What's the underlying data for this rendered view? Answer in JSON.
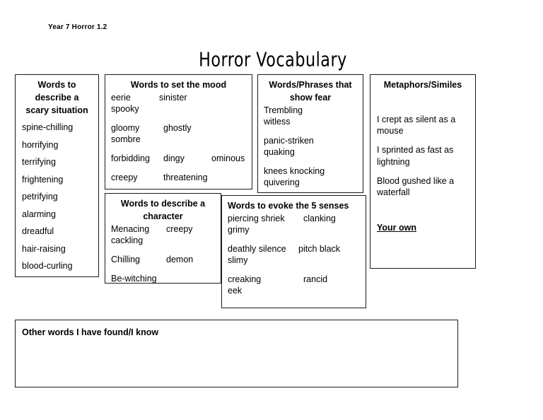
{
  "header": {
    "label": "Year 7 Horror 1.2"
  },
  "title": "Horror Vocabulary",
  "panels": {
    "scary_situation": {
      "title_lines": [
        "Words to",
        "describe a",
        "scary situation"
      ],
      "words": [
        "spine-chilling",
        "horrifying",
        "terrifying",
        "frightening",
        "petrifying",
        "alarming",
        "dreadful",
        "hair-raising",
        "blood-curling"
      ]
    },
    "mood": {
      "title": "Words to set the mood",
      "groups": [
        {
          "row1": [
            "eerie",
            "sinister"
          ],
          "row2": [
            "spooky"
          ]
        },
        {
          "row1": [
            "gloomy",
            "ghostly"
          ],
          "row2": [
            "sombre"
          ]
        },
        {
          "row1": [
            "forbidding",
            "dingy",
            "ominous"
          ],
          "row2": []
        },
        {
          "row1": [
            "creepy",
            "threatening"
          ],
          "row2": []
        }
      ]
    },
    "show_fear": {
      "title_lines": [
        "Words/Phrases that",
        "show fear"
      ],
      "groups": [
        {
          "row1": [
            "Trembling"
          ],
          "row2": [
            "witless"
          ]
        },
        {
          "row1": [
            "panic-striken"
          ],
          "row2": [
            "quaking"
          ]
        },
        {
          "row1": [
            "knees knocking"
          ],
          "row2": [
            "quivering"
          ]
        }
      ]
    },
    "metaphors_similes": {
      "title": "Metaphors/Similes",
      "items": [
        "I crept as silent as a mouse",
        "I sprinted as fast as lightning",
        "Blood gushed like a waterfall"
      ],
      "your_own_label": "Your own"
    },
    "character": {
      "title_lines": [
        "Words to describe a",
        "character"
      ],
      "groups": [
        {
          "row1": [
            "Menacing",
            "creepy"
          ],
          "row2": [
            "cackling"
          ]
        },
        {
          "row1": [
            "Chilling",
            "demon"
          ],
          "row2": []
        },
        {
          "row1": [
            "Be-witching"
          ],
          "row2": []
        }
      ]
    },
    "five_senses": {
      "title": "Words to evoke the 5 senses",
      "groups": [
        {
          "row1": [
            "piercing shriek",
            "clanking"
          ],
          "row2": [
            "grimy"
          ]
        },
        {
          "row1": [
            "deathly silence",
            "pitch black"
          ],
          "row2": [
            "slimy"
          ]
        },
        {
          "row1": [
            "creaking",
            "rancid"
          ],
          "row2": [
            "eek"
          ]
        }
      ]
    },
    "other_words": {
      "title": "Other words I have found/I know"
    }
  }
}
